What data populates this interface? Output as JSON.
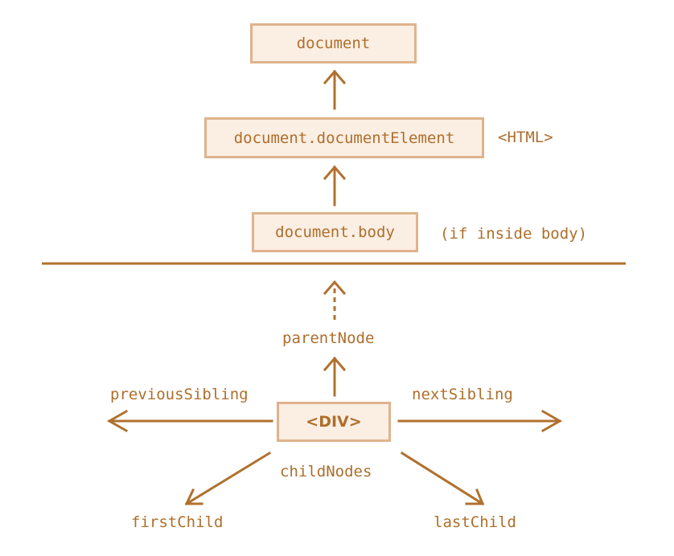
{
  "nodes": {
    "document": "document",
    "document_element": "document.documentElement",
    "html_tag": "<HTML>",
    "body": "document.body",
    "body_note": "(if inside body)",
    "div": "<DIV>"
  },
  "links": {
    "parent_node": "parentNode",
    "previous_sibling": "previousSibling",
    "next_sibling": "nextSibling",
    "child_nodes": "childNodes",
    "first_child": "firstChild",
    "last_child": "lastChild"
  },
  "colors": {
    "stroke": "#b0712e",
    "box_fill": "#fbeee3",
    "box_border": "#dfb38c",
    "text": "#ad6f2c"
  }
}
